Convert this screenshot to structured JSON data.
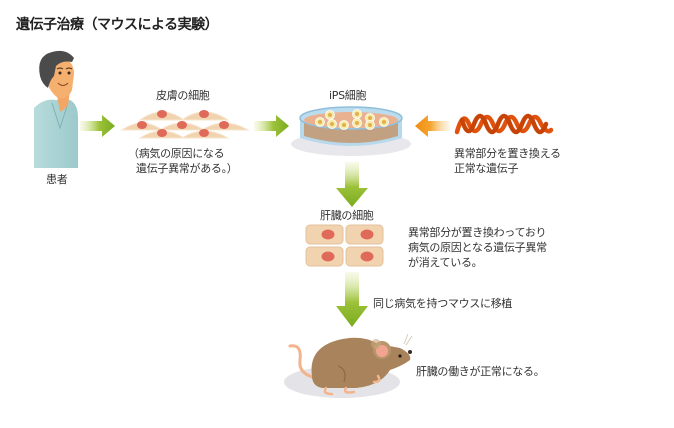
{
  "title": "遺伝子治療（マウスによる実験）",
  "patient": {
    "label": "患者"
  },
  "skin_cells": {
    "label": "皮膚の細胞",
    "note_line1": "（病気の原因になる",
    "note_line2": "遺伝子異常がある。）"
  },
  "ips_cells": {
    "label": "iPS細胞"
  },
  "normal_gene": {
    "line1": "異常部分を置き換える",
    "line2": "正常な遺伝子"
  },
  "liver_cells": {
    "label": "肝臓の細胞",
    "note_line1": "異常部分が置き換わっており",
    "note_line2": "病気の原因となる遺伝子異常",
    "note_line3": "が消えている。"
  },
  "transplant": {
    "label": "同じ病気を持つマウスに移植"
  },
  "mouse": {
    "label": "肝臓の働きが正常になる。"
  },
  "colors": {
    "arrow_green": "#8cb32a",
    "arrow_orange": "#f39a1e",
    "cell_body": "#f2d3b0",
    "cell_nucleus": "#e06a5a",
    "dna": "#e05a10",
    "mouse_body": "#a8835c",
    "shirt": "#a9d3d3"
  }
}
